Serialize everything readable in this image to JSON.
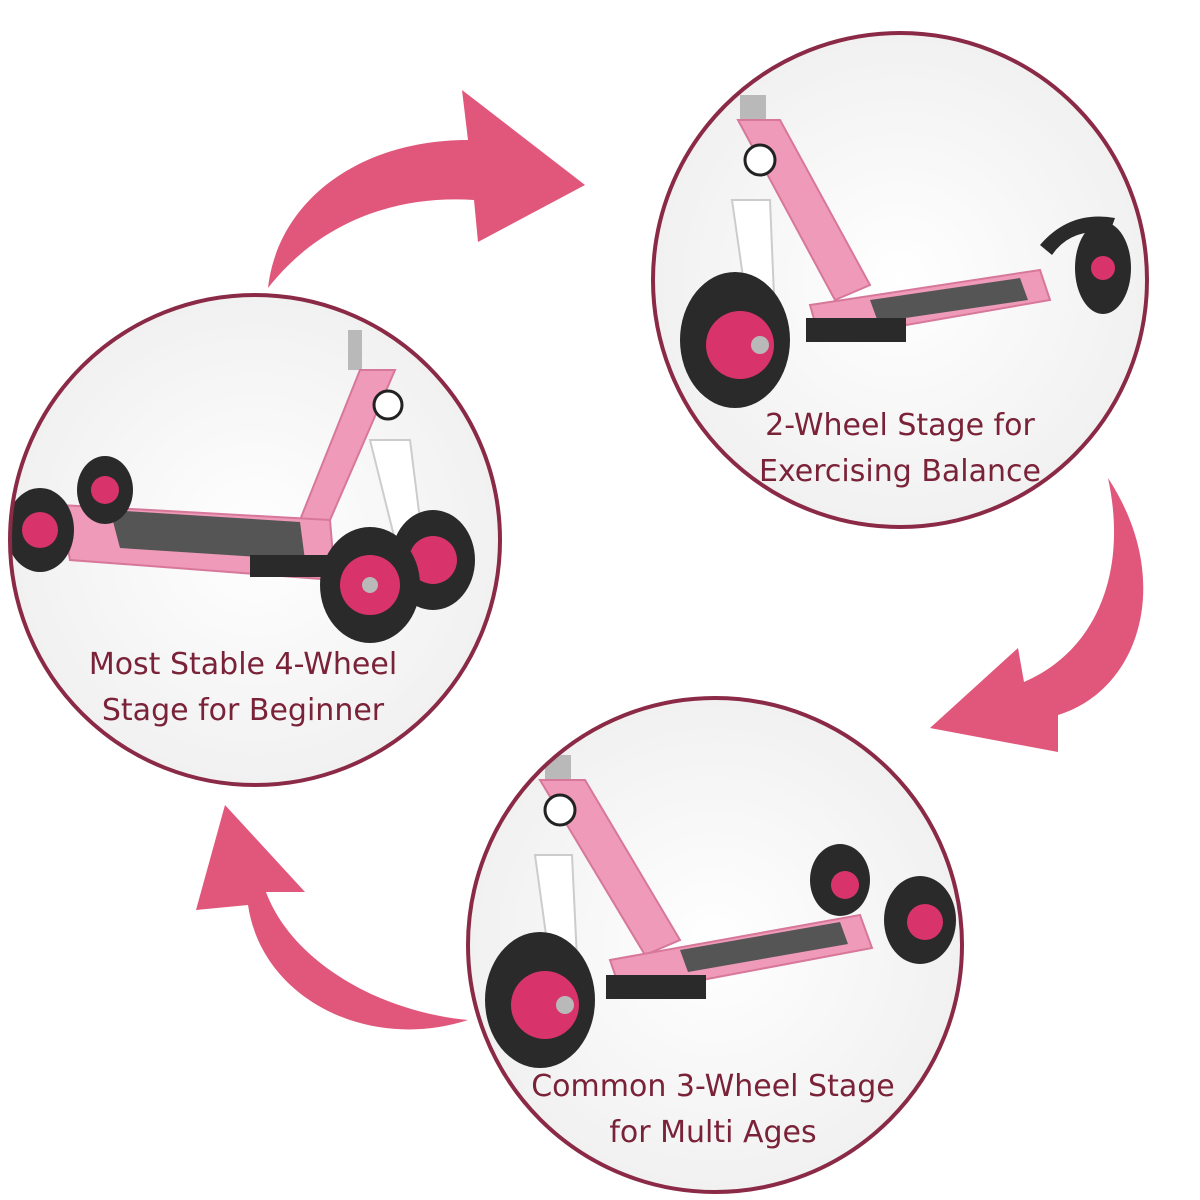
{
  "colors": {
    "ring": "#8b2a46",
    "arrow": "#e0577b",
    "scooter_pink": "#ef9ab8",
    "scooter_pink_dark": "#d77799",
    "wheel": "#2a2a2a",
    "hub": "#d9336b",
    "caption_text": "#7a2238"
  },
  "stages": [
    {
      "name": "4-wheel",
      "wheels": 4,
      "caption_line1": "Most Stable 4-Wheel",
      "caption_line2": "Stage for Beginner"
    },
    {
      "name": "2-wheel",
      "wheels": 2,
      "caption_line1": "2-Wheel Stage for",
      "caption_line2": "Exercising Balance"
    },
    {
      "name": "3-wheel",
      "wheels": 3,
      "caption_line1": "Common 3-Wheel Stage",
      "caption_line2": "for Multi Ages"
    }
  ],
  "cycle_arrows": [
    {
      "from": "4-wheel",
      "to": "2-wheel",
      "icon": "curved-arrow-icon"
    },
    {
      "from": "2-wheel",
      "to": "3-wheel",
      "icon": "curved-arrow-icon"
    },
    {
      "from": "3-wheel",
      "to": "4-wheel",
      "icon": "curved-arrow-icon"
    }
  ]
}
